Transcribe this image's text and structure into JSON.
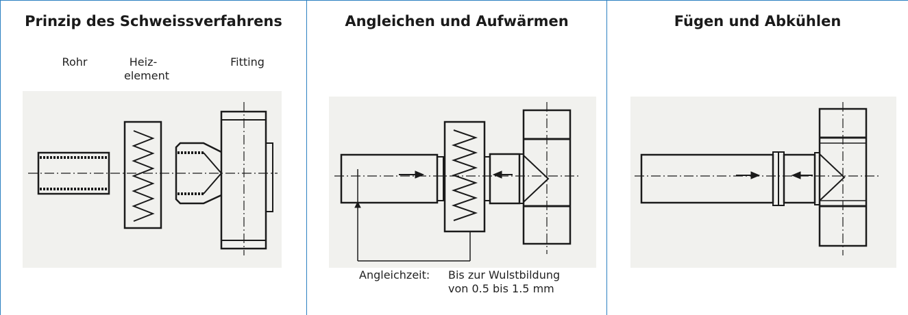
{
  "panels": [
    {
      "title": "Prinzip des Schweissverfahrens",
      "labels": {
        "rohr": "Rohr",
        "heiz1": "Heiz-",
        "heiz2": "element",
        "fitting": "Fitting"
      }
    },
    {
      "title": "Angleichen und Aufwärmen",
      "note": {
        "label": "Angleichzeit:",
        "line1": "Bis zur Wulstbildung",
        "line2": "von 0.5 bis 1.5 mm"
      }
    },
    {
      "title": "Fügen und Abkühlen"
    }
  ],
  "colors": {
    "divider": "#2b7fc1",
    "line": "#1a1a1a",
    "drawing_bg": "#f1f1ee"
  }
}
